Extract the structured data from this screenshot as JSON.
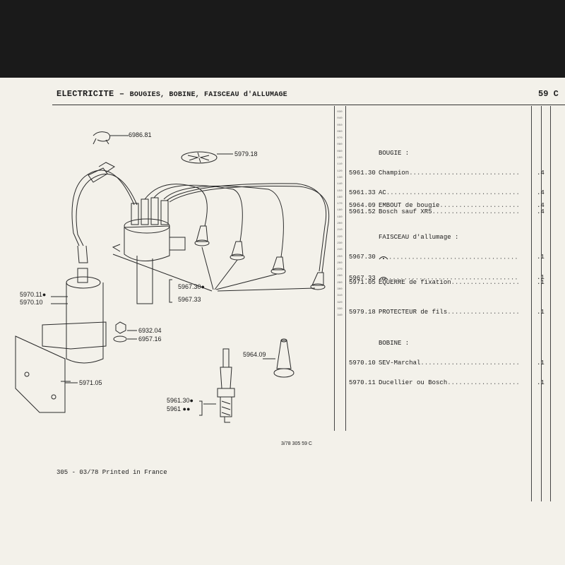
{
  "header": {
    "title_main": "ELECTRICITE – ",
    "title_sub": "BOUGIES, BOBINE, FAISCEAU d'ALLUMAGE",
    "page_code": "59 C"
  },
  "scale": [
    "030",
    "040",
    "050",
    "060",
    "070",
    "080",
    "090",
    "100",
    "110",
    "120",
    "130",
    "140",
    "150",
    "160",
    "170",
    "180",
    "190",
    "200",
    "210",
    "220",
    "230",
    "240",
    "250",
    "260",
    "270",
    "280",
    "290",
    "300",
    "310",
    "320",
    "330",
    "340"
  ],
  "catalog": {
    "bougie": {
      "heading": "BOUGIE :",
      "items": [
        {
          "ref": "5961.30",
          "desc": "Champion",
          "qty": ".4"
        },
        {
          "ref": "5961.33",
          "desc": "AC",
          "qty": ".4"
        },
        {
          "ref": "5961.52",
          "desc": "Bosch sauf XR5",
          "qty": ".4"
        }
      ]
    },
    "embout": {
      "ref": "5964.09",
      "desc": "EMBOUT de bougie",
      "qty": ".4"
    },
    "faisceau": {
      "heading": "FAISCEAU d'allumage :",
      "items": [
        {
          "ref": "5967.30",
          "desc": "",
          "qty": ".1"
        },
        {
          "ref": "5967.33",
          "desc": "",
          "qty": ".1"
        }
      ]
    },
    "equerre": {
      "ref": "5971.05",
      "desc": "EQUERRE de fixation",
      "qty": ".1"
    },
    "protecteur": {
      "ref": "5979.18",
      "desc": "PROTECTEUR de fils",
      "qty": ".1"
    },
    "bobine": {
      "heading": "BOBINE :",
      "items": [
        {
          "ref": "5970.10",
          "desc": "SEV-Marchal",
          "qty": ".1"
        },
        {
          "ref": "5970.11",
          "desc": "Ducellier ou Bosch",
          "qty": ".1"
        }
      ]
    }
  },
  "callouts": {
    "c6986": "6986.81",
    "c5979": "5979.18",
    "c5970_11": "5970.11●",
    "c5970_10": "5970.10",
    "c5967_30": "5967.30●",
    "c5967_33": "5967.33",
    "c6932": "6932.04",
    "c6957": "6957.16",
    "c5964": "5964.09",
    "c5971": "5971.05",
    "c5961_30": "5961.30●",
    "c5961": "5961 ●●"
  },
  "figure_ref": "3/78 305 59 C",
  "footer": "305 - 03/78 Printed in France"
}
